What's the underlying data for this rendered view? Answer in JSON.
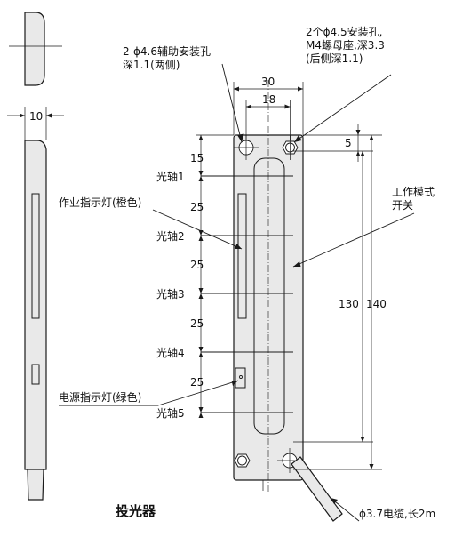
{
  "title": "投光器",
  "dimensions": {
    "side_width": "10",
    "width_outer": "30",
    "width_inner": "18",
    "top_offset": "5",
    "first_axis": "15",
    "pitch_1": "25",
    "pitch_2": "25",
    "pitch_3": "25",
    "pitch_4": "25",
    "axis_span": "130",
    "total_height": "140"
  },
  "axes": [
    "光轴1",
    "光轴2",
    "光轴3",
    "光轴4",
    "光轴5"
  ],
  "callouts": {
    "aux_hole_line1": "2-ϕ4.6辅助安装孔",
    "aux_hole_line2": "深1.1(两侧)",
    "mount_hole_line1": "2个ϕ4.5安装孔,",
    "mount_hole_line2": "M4螺母座,深3.3",
    "mount_hole_line3": "(后侧深1.1)",
    "work_led": "作业指示灯(橙色)",
    "power_led": "电源指示灯(绿色)",
    "mode_switch_line1": "工作模式",
    "mode_switch_line2": "开关",
    "cable": "ϕ3.7电缆,长2m"
  }
}
